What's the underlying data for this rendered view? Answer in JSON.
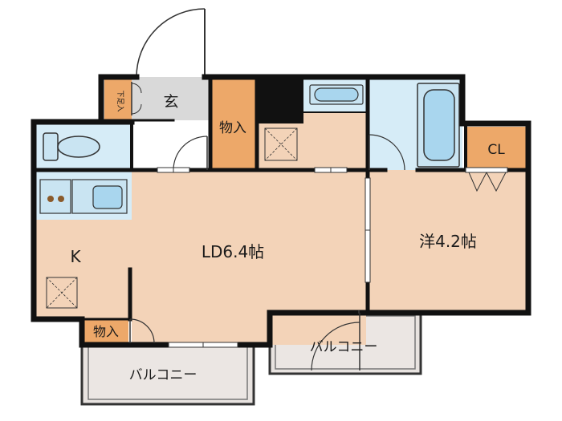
{
  "floorplan": {
    "rooms": {
      "genkan": "玄",
      "getabako": "下足入",
      "storage_upper": "物入",
      "ld": "LD6.4帖",
      "kitchen": "K",
      "western": "洋4.2帖",
      "closet": "CL",
      "storage_lower": "物入",
      "balcony_left": "バルコニー",
      "balcony_right": "バルコニー"
    },
    "colors": {
      "floor": "#f3d3b8",
      "wet_area": "#d6ecf7",
      "storage": "#eda869",
      "entrance": "#d9d9d9",
      "balcony": "#e8e3e0",
      "wall": "#111111"
    }
  }
}
